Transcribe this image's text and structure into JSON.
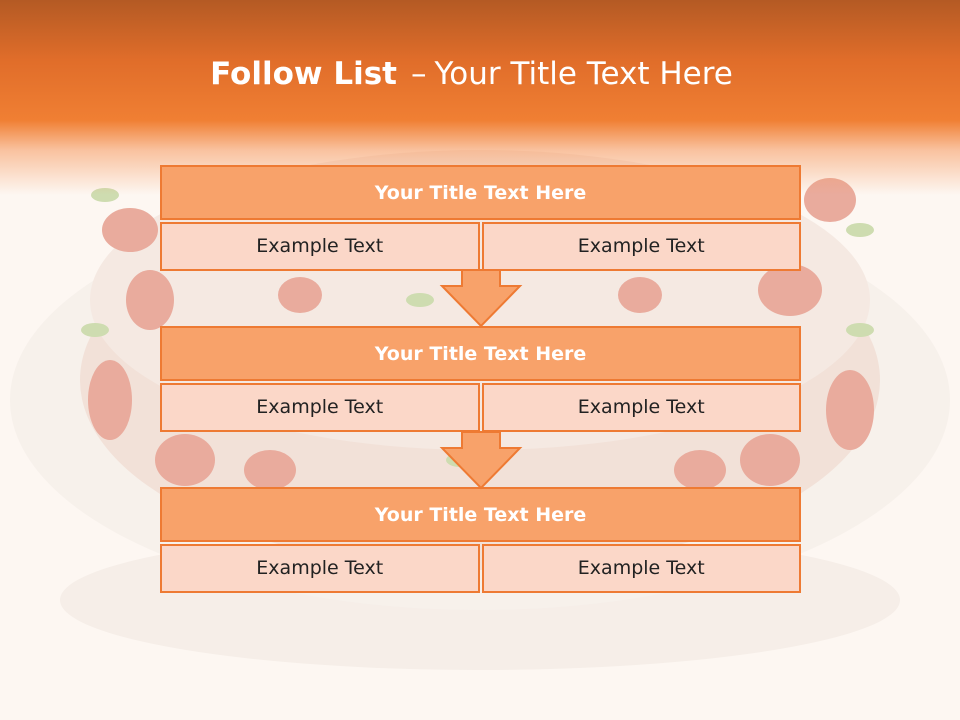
{
  "slide": {
    "title_bold": "Follow List",
    "title_dash": "–",
    "title_rest": "Your Title Text Here"
  },
  "steps": [
    {
      "title": "Your Title Text Here",
      "left": "Example Text",
      "right": "Example Text"
    },
    {
      "title": "Your Title Text Here",
      "left": "Example Text",
      "right": "Example Text"
    },
    {
      "title": "Your Title Text Here",
      "left": "Example Text",
      "right": "Example Text"
    }
  ],
  "colors": {
    "header_orange": "#f07f33",
    "title_fill": "#f8a26a",
    "cell_fill": "#fbd7c8",
    "border": "#ee7a33",
    "arrow_fill": "#f8a26a"
  }
}
